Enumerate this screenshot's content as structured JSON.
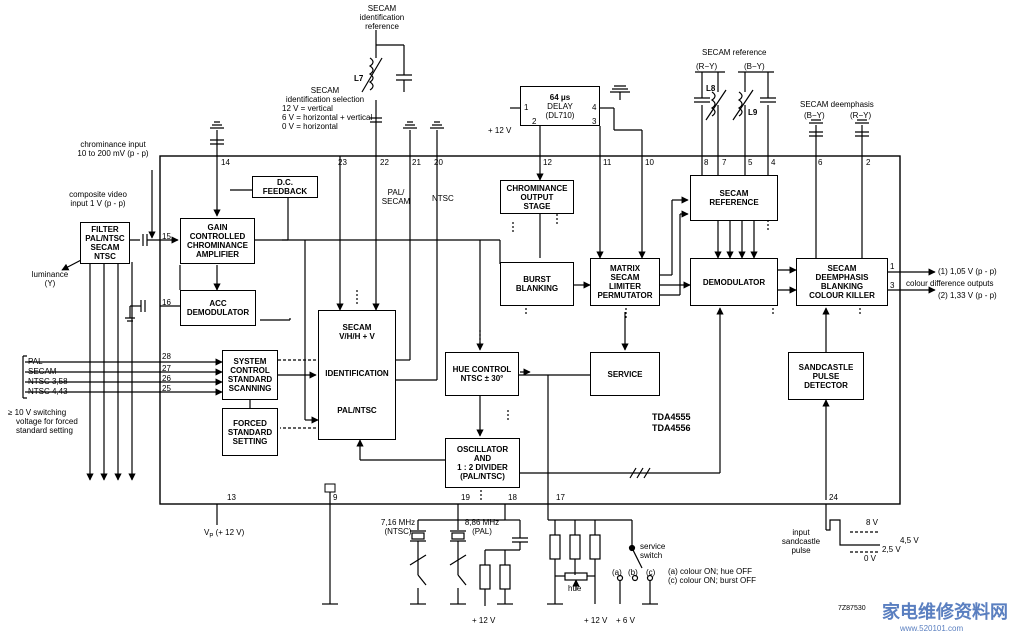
{
  "chip_name": [
    "TDA4555",
    "TDA4556"
  ],
  "blocks": {
    "filter": [
      "FILTER",
      "PAL/NTSC",
      "SECAM",
      "NTSC"
    ],
    "gain": [
      "GAIN",
      "CONTROLLED",
      "CHROMINANCE",
      "AMPLIFIER"
    ],
    "dc_feedback": [
      "D.C.",
      "FEEDBACK"
    ],
    "acc": [
      "ACC",
      "DEMODULATOR"
    ],
    "secam_id": {
      "top": [
        "SECAM",
        "V/H/H + V"
      ],
      "mid": "IDENTIFICATION",
      "bot": "PAL/NTSC"
    },
    "system_control": [
      "SYSTEM",
      "CONTROL",
      "STANDARD",
      "SCANNING"
    ],
    "forced": [
      "FORCED",
      "STANDARD",
      "SETTING"
    ],
    "chroma_output": [
      "CHROMINANCE",
      "OUTPUT",
      "STAGE"
    ],
    "burst_blanking": [
      "BURST",
      "BLANKING"
    ],
    "matrix": [
      "MATRIX",
      "SECAM",
      "LIMITER",
      "PERMUTATOR"
    ],
    "secam_reference": [
      "SECAM",
      "REFERENCE"
    ],
    "demodulator": "DEMODULATOR",
    "deemphasis": [
      "SECAM",
      "DEEMPHASIS",
      "BLANKING",
      "COLOUR KILLER"
    ],
    "hue_control": [
      "HUE CONTROL",
      "NTSC ± 30°"
    ],
    "service": "SERVICE",
    "sandcastle": [
      "SANDCASTLE",
      "PULSE",
      "DETECTOR"
    ],
    "oscillator": [
      "OSCILLATOR",
      "AND",
      "1 : 2 DIVIDER",
      "(PAL/NTSC)"
    ],
    "delay": [
      "64 μs",
      "DELAY",
      "(DL710)"
    ]
  },
  "labels": {
    "secam_id_ref": [
      "SECAM",
      "identification",
      "reference"
    ],
    "secam_id_sel": [
      "SECAM",
      "identification selection",
      "12 V = vertical",
      "6 V = horizontal + vertical",
      "0 V = horizontal"
    ],
    "chroma_input": [
      "chrominance input",
      "10 to 200 mV (p - p)"
    ],
    "composite_input": [
      "composite video",
      "input 1 V (p - p)"
    ],
    "luminance": [
      "luminance",
      "(Y)"
    ],
    "pal_secam": [
      "PAL/",
      "SECAM"
    ],
    "ntsc": "NTSC",
    "std_list": [
      "PAL",
      "SECAM",
      "NTSC 3,58",
      "NTSC 4,43"
    ],
    "switching": [
      "≥ 10 V switching",
      "voltage for forced",
      "standard setting"
    ],
    "secam_reference": "SECAM reference",
    "ry": "(R−Y)",
    "by": "(B−Y)",
    "secam_deemphasis": "SECAM deemphasis",
    "out1": "(1)  1,05 V (p - p)",
    "out2": "(2)  1,33 V (p - p)",
    "colour_diff": "colour difference outputs",
    "vp": "V",
    "vp_sub": "P",
    "vp_val": "(+ 12 V)",
    "xtal1": [
      "7,16 MHz",
      "(NTSC)"
    ],
    "xtal2": [
      "8,86 MHz",
      "(PAL)"
    ],
    "hue": "hue",
    "service_switch": [
      "service",
      "switch"
    ],
    "switch_a": "(a)",
    "switch_b": "(b)",
    "switch_c": "(c)",
    "switch_legend": [
      "(a) colour ON; hue OFF",
      "(c) colour ON; burst OFF"
    ],
    "plus12": "+ 12 V",
    "plus6": "+ 6 V",
    "sandcastle_input": [
      "input",
      "sandcastle",
      "pulse"
    ],
    "sc_8v": "8 V",
    "sc_45v": "4,5 V",
    "sc_25v": "2,5 V",
    "sc_0v": "0 V",
    "l7": "L7",
    "l8": "L8",
    "l9": "L9",
    "figure_code": "7Z87530",
    "watermark": "家电维修资料网",
    "watermark_url": "www.520101.com"
  },
  "pins": {
    "p1": "1",
    "p2": "2",
    "p3": "3",
    "p4": "4",
    "p5": "5",
    "p6": "6",
    "p7": "7",
    "p8": "8",
    "p9": "9",
    "p10": "10",
    "p11": "11",
    "p12": "12",
    "p13": "13",
    "p14": "14",
    "p15": "15",
    "p16": "16",
    "p17": "17",
    "p18": "18",
    "p19": "19",
    "p20": "20",
    "p21": "21",
    "p22": "22",
    "p23": "23",
    "p24": "24",
    "p25": "25",
    "p26": "26",
    "p27": "27",
    "p28": "28",
    "d1": "1",
    "d2": "2",
    "d3": "3",
    "d4": "4"
  }
}
